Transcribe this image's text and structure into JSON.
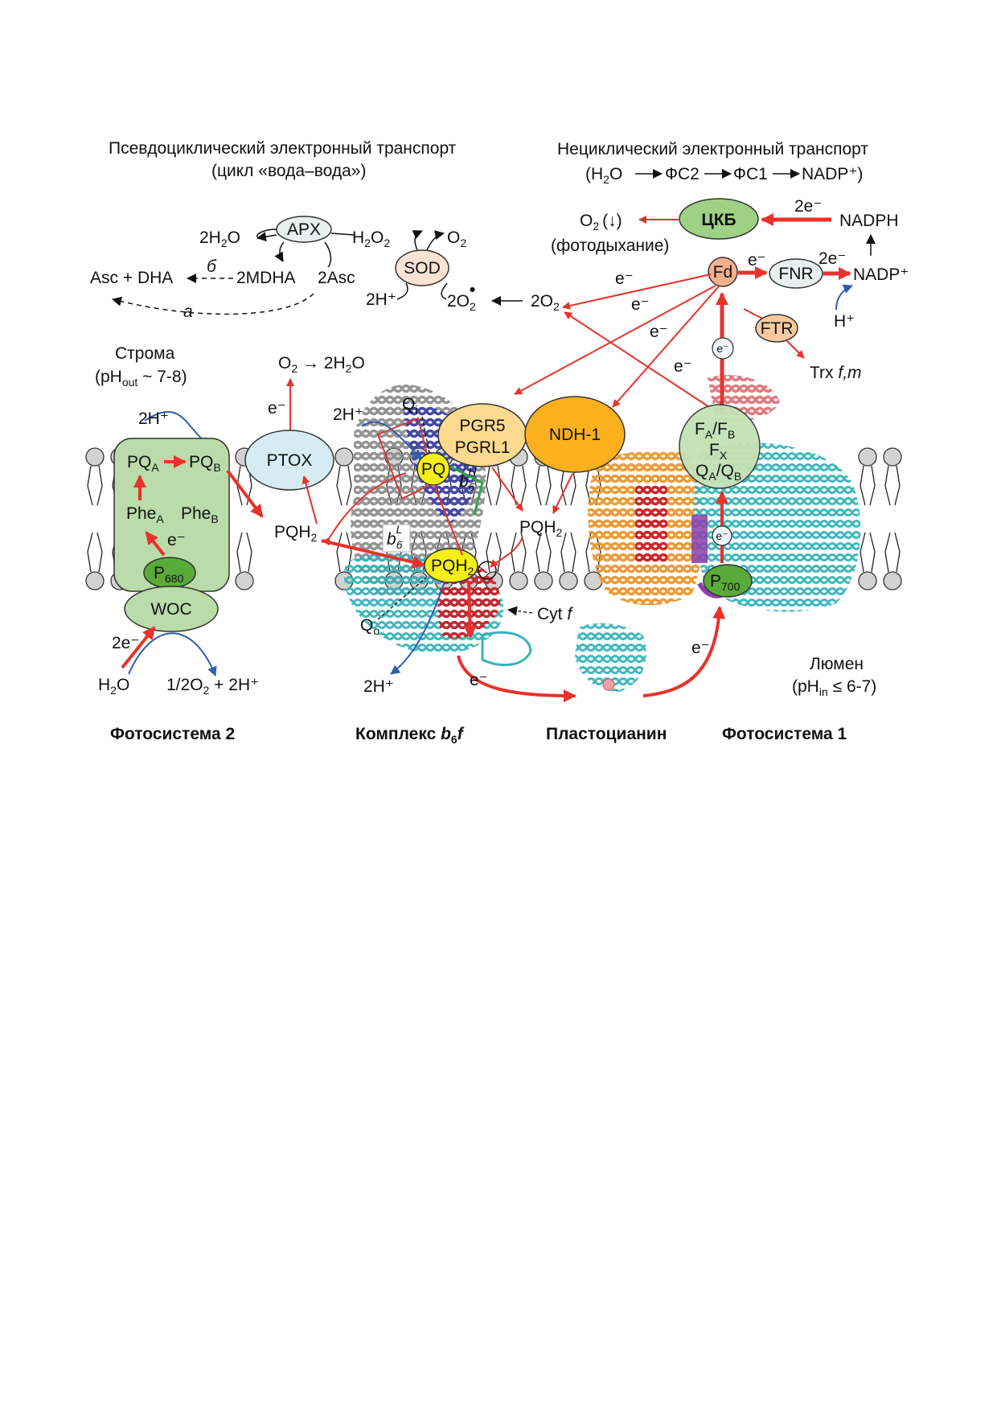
{
  "headers": {
    "pseudo_line1": "Псевдоциклический электронный транспорт",
    "pseudo_line2": "(цикл «вода–вода»)",
    "noncyc_line1": "Нециклический электронный транспорт",
    "noncyc_formula": {
      "part1": "(H",
      "sub": "2",
      "part2": "O",
      "fs2": "ФС2",
      "fs1": "ФС1",
      "nadp": "NADP⁺)"
    }
  },
  "water_cycle": {
    "apx": "APX",
    "sod": "SOD",
    "h2o_2": "2H",
    "h2o_2_sub": "2",
    "h2o_2_tail": "O",
    "h2o2": "H",
    "h2o2_sub1": "2",
    "h2o2_mid": "O",
    "h2o2_sub2": "2",
    "o2": "O",
    "o2_sub": "2",
    "asc_dha": "Asc + DHA",
    "b_label": "б",
    "mdha": "2MDHA",
    "asc2": "2Asc",
    "a_label": "а",
    "h2plus": "2H⁺",
    "o2rad": "2O",
    "o2rad_sub": "2",
    "o2rad_sup": "•",
    "o2_2": "2O",
    "o2_2_sub": "2"
  },
  "noncyclic": {
    "ckb": "ЦКБ",
    "o2": "O",
    "o2_sub": "2",
    "o2_arrow": "(↓)",
    "photoresp": "(фотодыхание)",
    "nadph": "NADPH",
    "two_e": "2e⁻",
    "two_e2": "2e⁻",
    "fd": "Fd",
    "fnr": "FNR",
    "nadp": "NADP⁺",
    "hplus": "H⁺",
    "ftr": "FTR",
    "trx": "Trx ",
    "trx_ital": "f,m",
    "e1": "e⁻",
    "e2": "e⁻",
    "e3": "e⁻",
    "e4": "e⁻",
    "e_fd": "e⁻",
    "e_fd2": "e⁻"
  },
  "stroma": {
    "line1": "Строма",
    "line2a": "(pH",
    "line2sub": "out",
    "line2b": " ~ 7-8)"
  },
  "ptox": {
    "label": "PTOX",
    "o2": "O",
    "o2_sub": "2",
    "arrow_tail": " → 2H",
    "h2o_sub": "2",
    "h2o_tail": "O",
    "e": "e⁻"
  },
  "ps2": {
    "h2plus": "2H⁺",
    "pqa": "PQ",
    "pqa_sub": "A",
    "pqb": "PQ",
    "pqb_sub": "B",
    "phea": "Phe",
    "phea_sub": "A",
    "pheb": "Phe",
    "pheb_sub": "B",
    "e": "e⁻",
    "p680": "P",
    "p680_sub": "680",
    "woc": "WOC",
    "two_e": "2e⁻",
    "h2o": "H",
    "h2o_sub": "2",
    "h2o_tail": "O",
    "products": "1/2O",
    "products_sub": "2",
    "products_tail": " + 2H⁺"
  },
  "pqh2_left": {
    "label": "PQH",
    "sub": "2"
  },
  "b6f": {
    "h2plus": "2H⁺",
    "qi": "Q",
    "qi_sub": "i",
    "pq": "PQ",
    "b6h": "b",
    "b6h_sub": "6",
    "b6h_sup": "H",
    "b6l": "b",
    "b6l_sub": "6",
    "b6l_sup": "L",
    "pqh2": "PQH",
    "pqh2_sub": "2",
    "qo": "Q",
    "qo_sub": "o",
    "cytf": "Cyt ",
    "cytf_ital": "f",
    "h2plus_lumen": "2H⁺",
    "e": "e⁻"
  },
  "pgr": {
    "line1": "PGR5",
    "line2": "PGRL1"
  },
  "ndh": {
    "label": "NDH-1"
  },
  "pqh2_right": {
    "label": "PQH",
    "sub": "2"
  },
  "ps1": {
    "fa": "F",
    "fa_sub": "A",
    "fb_sep": "/F",
    "fb_sub": "B",
    "fx": "F",
    "fx_sub": "X",
    "qa": "Q",
    "qa_sub": "A",
    "qb_sep": "/Q",
    "qb_sub": "B",
    "e": "e⁻",
    "p700": "P",
    "p700_sub": "700",
    "e_lumen": "e⁻"
  },
  "lumen": {
    "line1": "Люмен",
    "line2a": "(pH",
    "line2sub": "in",
    "line2b": " ≤ 6-7)"
  },
  "captions": {
    "ps2": "Фотосистема 2",
    "b6f": "Комплекс ",
    "b6f_b": "b",
    "b6f_sub": "6",
    "b6f_f": "f",
    "pc": "Пластоцианин",
    "ps1": "Фотосистема 1"
  },
  "colors": {
    "red_arrow": "#e8322b",
    "blue_arrow": "#2f5fae",
    "ps2_green": "#b9dcaa",
    "p680_green": "#5aaa3a",
    "ptox_blue": "#d6ecf3",
    "sod_peach": "#fbe3d3",
    "apx_gray": "#e7f0ef",
    "ckb_green": "#9fd185",
    "fd_salmon": "#f4b08c",
    "ftr_peach": "#f6c9a0",
    "pgr_yellow": "#fbd98e",
    "ndh_orange": "#fbb11e",
    "pq_yellow": "#f4ee1b",
    "ps1_green": "#c4e1b6",
    "cyan_protein": "#36b4b9",
    "orange_protein": "#e9972d",
    "red_protein": "#b8212c",
    "lipid_gray": "#d2d2d2"
  }
}
